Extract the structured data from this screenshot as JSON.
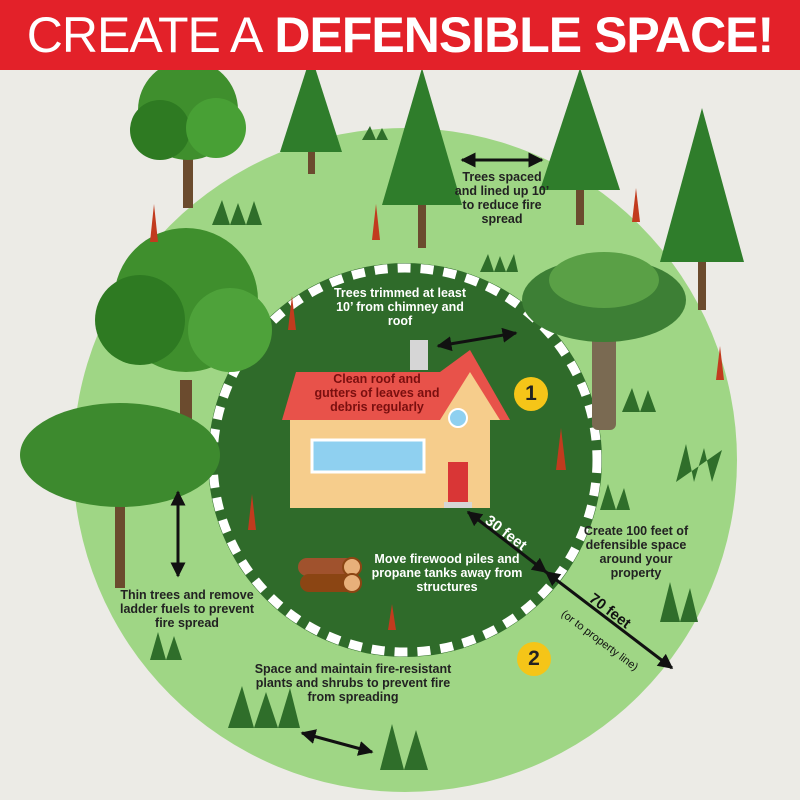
{
  "title": {
    "light": "CREATE A",
    "bold": "DEFENSIBLE SPACE!"
  },
  "labels": {
    "trees_spaced": "Trees spaced and lined up 10’ to reduce fire spread",
    "trees_trimmed": "Trees trimmed at least 10’ from chimney and roof",
    "clean_roof": "Clean roof and gutters of leaves and debris regularly",
    "move_firewood": "Move firewood piles and propane tanks away from structures",
    "thin_trees": "Thin trees and remove ladder fuels to prevent fire spread",
    "create_100": "Create 100 feet of defensible space around your property",
    "space_plants": "Space and maintain fire-resistant plants and shrubs to prevent fire from spreading"
  },
  "zones": {
    "zone1": "1",
    "zone2": "2"
  },
  "distances": {
    "inner": "30 feet",
    "outer": "70 feet",
    "outer_note": "(or to property line)"
  },
  "colors": {
    "banner": "#e32129",
    "outer_zone": "#9fd685",
    "inner_zone": "#2f6b2a",
    "badge": "#f5c518",
    "roof": "#e8524a",
    "house_wall": "#f6cd8c"
  }
}
